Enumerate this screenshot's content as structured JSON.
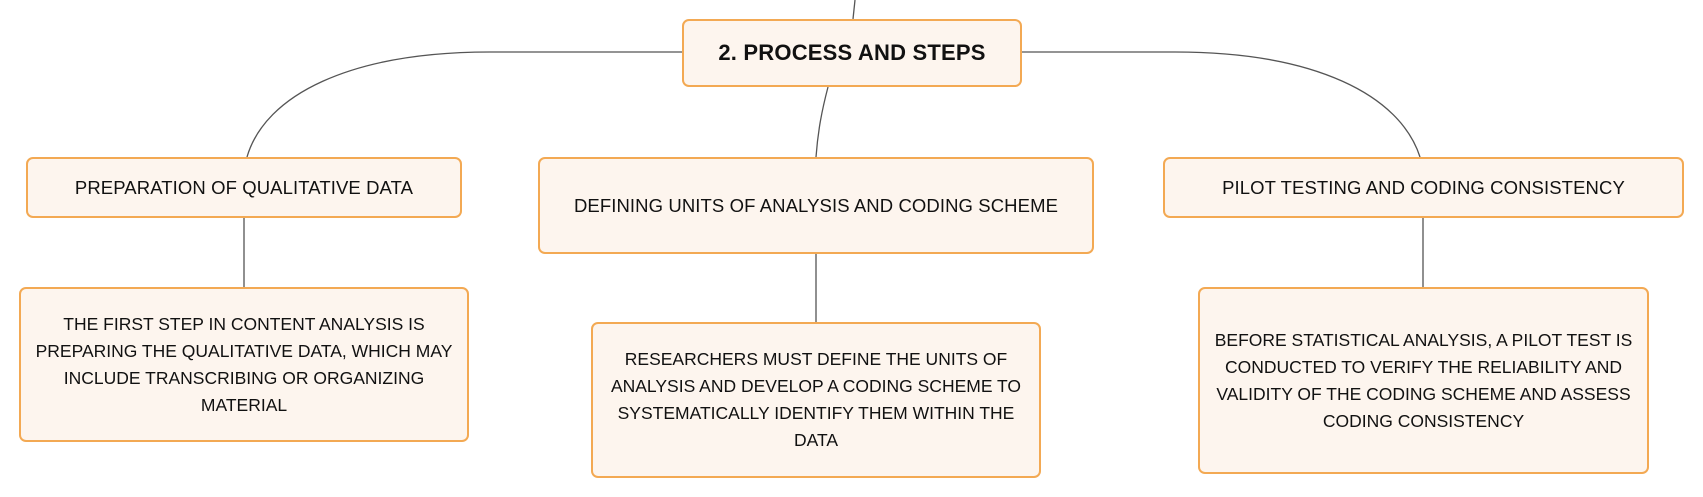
{
  "root": {
    "label": "2. PROCESS AND STEPS"
  },
  "branches": [
    {
      "label": "PREPARATION OF QUALITATIVE DATA",
      "detail": "THE FIRST STEP IN CONTENT ANALYSIS IS PREPARING THE QUALITATIVE DATA, WHICH MAY INCLUDE TRANSCRIBING OR ORGANIZING MATERIAL"
    },
    {
      "label": "DEFINING UNITS OF ANALYSIS AND CODING SCHEME",
      "detail": "RESEARCHERS MUST DEFINE THE UNITS OF ANALYSIS AND DEVELOP A CODING SCHEME TO SYSTEMATICALLY IDENTIFY THEM WITHIN THE DATA"
    },
    {
      "label": "PILOT TESTING AND CODING CONSISTENCY",
      "detail": "BEFORE STATISTICAL ANALYSIS, A PILOT TEST IS CONDUCTED TO VERIFY THE RELIABILITY AND VALIDITY OF THE CODING SCHEME AND ASSESS CODING CONSISTENCY"
    }
  ],
  "colors": {
    "node_border": "#f3a953",
    "node_fill": "#fdf5ee",
    "connector": "#555555",
    "text": "#111111"
  }
}
